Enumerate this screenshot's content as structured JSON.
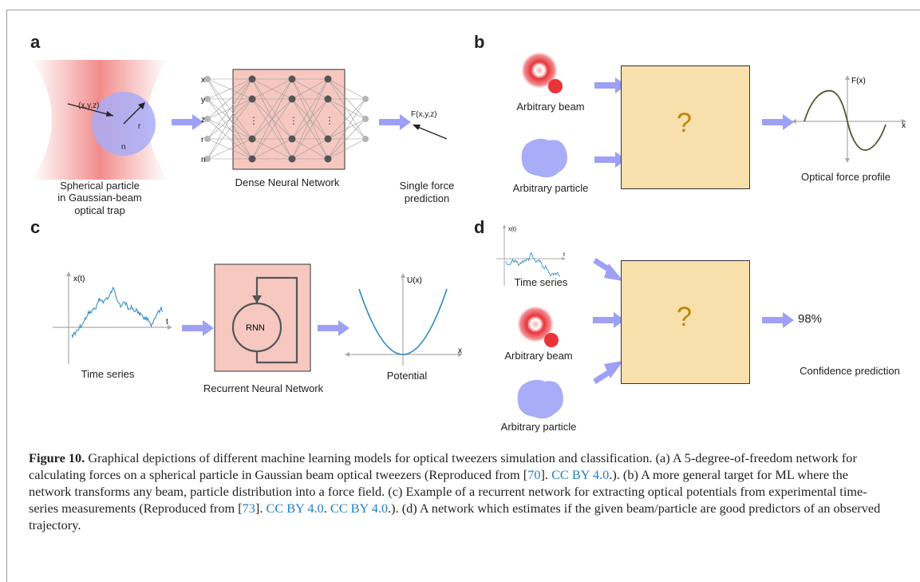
{
  "panels": {
    "a": {
      "letter": "a",
      "coords_label": "(x,y,z)",
      "radius_label": "r",
      "index_label": "n",
      "inputs": [
        "x",
        "y",
        "z",
        "r",
        "n"
      ],
      "output_label": "F(x,y,z)",
      "particle_caption": [
        "Spherical particle",
        "in Gaussian-beam",
        "optical trap"
      ],
      "network_caption": "Dense Neural Network",
      "prediction_caption": [
        "Single force",
        "prediction"
      ]
    },
    "b": {
      "letter": "b",
      "beam_label": "Arbitrary beam",
      "particle_label": "Arbitrary particle",
      "unknown_symbol": "?",
      "axis_y_label": "F(x)",
      "axis_x_label": "x",
      "output_caption": "Optical force profile"
    },
    "c": {
      "letter": "c",
      "ts_y_label": "x(t)",
      "ts_x_label": "t",
      "ts_caption": "Time series",
      "rnn_label": "RNN",
      "rnn_caption": "Recurrent Neural Network",
      "pot_y_label": "U(x)",
      "pot_x_label": "x",
      "pot_caption": "Potential"
    },
    "d": {
      "letter": "d",
      "ts_y_label": "x(t)",
      "ts_x_label": "t",
      "ts_caption": "Time series",
      "beam_label": "Arbitrary beam",
      "particle_label": "Arbitrary particle",
      "unknown_symbol": "?",
      "confidence_value": "98%",
      "confidence_caption": "Confidence prediction"
    }
  },
  "caption": {
    "figure_label": "Figure 10.",
    "part1": " Graphical depictions of different machine learning models for optical tweezers simulation and classification. (a) A 5-degree-of-freedom network for calculating forces on a spherical particle in Gaussian beam optical tweezers (Reproduced from [",
    "ref70": "70",
    "part2": "]. ",
    "license1": "CC BY 4.0",
    "part3": ".). (b) A more general target for ML where the network transforms any beam, particle distribution into a force field. (c) Example of a recurrent network for extracting optical potentials from experimental time-series measurements (Reproduced from [",
    "ref73": "73",
    "part4": "]. ",
    "license2": "CC BY 4.0",
    "part5": ". ",
    "license3": "CC BY 4.0",
    "part6": ".). (d) A network which estimates if the given beam/particle are good predictors of an observed trajectory."
  },
  "colors": {
    "arrow": "#9da0f5",
    "network_fill": "#f6c8c0",
    "unknown_fill": "#f8e0ac",
    "particle": "#a9acf6",
    "beam": "#e8333b",
    "curve": "#2b88c2",
    "link": "#1f7fc4"
  }
}
